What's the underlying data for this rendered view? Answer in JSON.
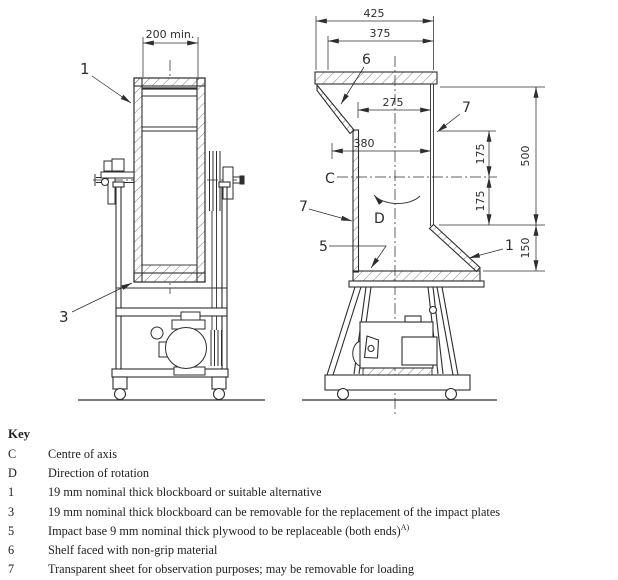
{
  "colors": {
    "line": "#2d2d2d",
    "background": "#ffffff"
  },
  "left_view": {
    "dim_inner_width": "200 min.",
    "label_1": "1",
    "label_3": "3"
  },
  "right_view": {
    "dim_overall_width": "425",
    "dim_width_375": "375",
    "dim_opening_275": "275",
    "dim_width_380": "380",
    "dim_175_upper": "175",
    "dim_175_lower": "175",
    "dim_height_500": "500",
    "dim_base_150": "150",
    "label_centre": "C",
    "label_rotation": "D",
    "label_1": "1",
    "label_5": "5",
    "label_6": "6",
    "label_7_left": "7",
    "label_7_right": "7"
  },
  "key": {
    "title": "Key",
    "entries": [
      {
        "symbol": "C",
        "desc": "Centre of axis",
        "sup": ""
      },
      {
        "symbol": "D",
        "desc": "Direction of rotation",
        "sup": ""
      },
      {
        "symbol": "1",
        "desc": "19 mm nominal thick blockboard or suitable alternative",
        "sup": ""
      },
      {
        "symbol": "3",
        "desc": "19 mm nominal thick blockboard can be removable for the replacement of the impact plates",
        "sup": ""
      },
      {
        "symbol": "5",
        "desc": "Impact base 9 mm nominal thick plywood to be replaceable (both ends)",
        "sup": "A)"
      },
      {
        "symbol": "6",
        "desc": "Shelf faced with non-grip material",
        "sup": ""
      },
      {
        "symbol": "7",
        "desc": "Transparent sheet for observation purposes; may be removable for loading",
        "sup": ""
      }
    ]
  }
}
